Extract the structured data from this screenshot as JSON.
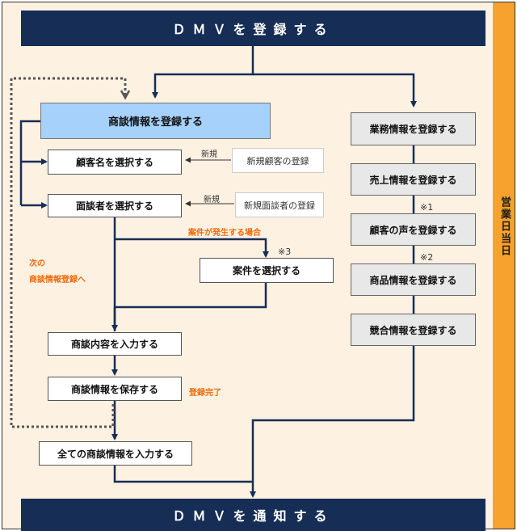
{
  "header": {
    "title": "ＤＭＶを登録する"
  },
  "footer": {
    "title": "ＤＭＶを通知する"
  },
  "side": {
    "label": "営業日当日"
  },
  "left": {
    "register_deal": "商談情報を登録する",
    "select_customer": "顧客名を選択する",
    "select_contact": "面談者を選択する",
    "select_case": "案件を選択する",
    "input_content": "商談内容を入力する",
    "save_deal": "商談情報を保存する",
    "input_all": "全ての商談情報を入力する"
  },
  "new_entries": {
    "new_customer": "新規顧客の登録",
    "new_contact": "新規面談者の登録",
    "new_label_1": "新規",
    "new_label_2": "新規"
  },
  "notes": {
    "case_occurs": "案件が発生する場合",
    "next_line1": "次の",
    "next_line2": "商談情報登録へ",
    "registered": "登録完了",
    "note3": "※3",
    "note1": "※1",
    "note2": "※2"
  },
  "right": {
    "business": "業務情報を登録する",
    "sales": "売上情報を登録する",
    "voice": "顧客の声を登録する",
    "product": "商品情報を登録する",
    "competitor": "競合情報を登録する"
  },
  "colors": {
    "navy": "#162e56",
    "orange_bar": "#f7a12e",
    "orange_text": "#f06b0d",
    "light_blue": "#a6d1fb",
    "gray_box": "#e8e8e8",
    "background": "#fdf1e2"
  }
}
